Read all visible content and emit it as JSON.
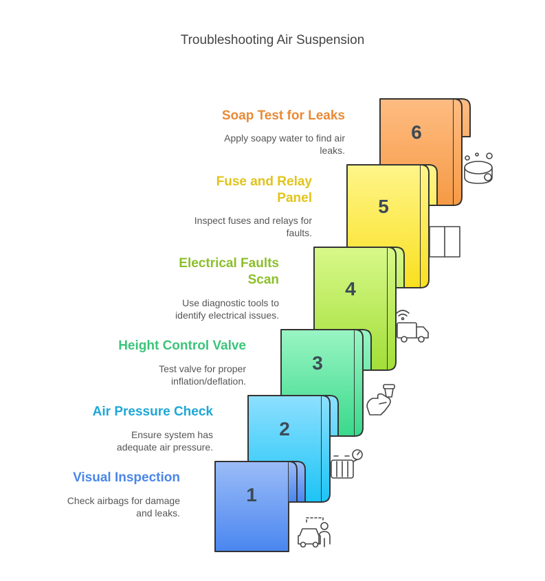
{
  "title": "Troubleshooting Air Suspension",
  "steps": [
    {
      "number": "1",
      "title": "Visual Inspection",
      "description": "Check airbags for damage and leaks.",
      "color": "#4a86e8",
      "icon": "car-person-icon"
    },
    {
      "number": "2",
      "title": "Air Pressure Check",
      "description": "Ensure system has adequate air pressure.",
      "color": "#1ea7d6",
      "icon": "pressure-gauge-icon"
    },
    {
      "number": "3",
      "title": "Height Control Valve",
      "description": "Test valve for proper inflation/deflation.",
      "color": "#3cc47a",
      "icon": "spray-hand-icon"
    },
    {
      "number": "4",
      "title": "Electrical Faults Scan",
      "description": "Use diagnostic tools to identify electrical issues.",
      "color": "#8bbf2a",
      "icon": "truck-signal-icon"
    },
    {
      "number": "5",
      "title": "Fuse and Relay Panel",
      "description": "Inspect fuses and relays for faults.",
      "color": "#e2c31a",
      "icon": "panel-icon"
    },
    {
      "number": "6",
      "title": "Soap Test for Leaks",
      "description": "Apply soapy water to find air leaks.",
      "color": "#e88a36",
      "icon": "soap-icon"
    }
  ]
}
